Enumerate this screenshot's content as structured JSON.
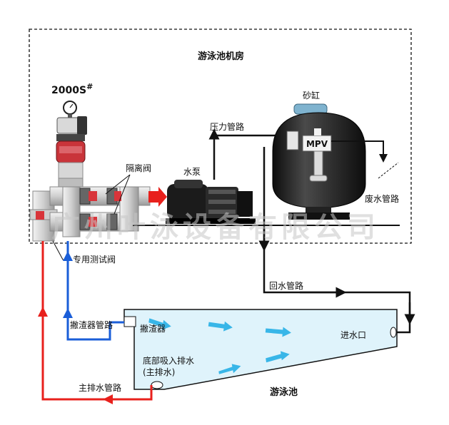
{
  "labels": {
    "machine_room": "游泳池机房",
    "model": "2000S",
    "model_mark": "#",
    "sand_tank": "砂缸",
    "pressure_pipe": "压力管路",
    "mpv": "MPV",
    "isolation_valve": "隔离阀",
    "pump": "水泵",
    "waste_pipe": "废水管路",
    "test_valve": "专用测试阀",
    "return_pipe": "回水管路",
    "inlet": "进水口",
    "skimmer_pipe": "撇渣器管路",
    "skimmer": "撇渣器",
    "bottom_drain_line1": "底部吸入排水",
    "bottom_drain_line2": "(主排水)",
    "main_drain_pipe": "主排水管路",
    "pool": "游泳池",
    "watermark": "广州叶泳设备有限公司"
  },
  "colors": {
    "main_drain_line": "#e8201c",
    "skimmer_line": "#1a5ed8",
    "pool_water": "#dff3fb",
    "water_arrow": "#38b6e8",
    "tank_body": "#1a1a1a",
    "device_red": "#d8343a",
    "pipe_gray": "#c9c9c9"
  },
  "icons": {
    "gauge": "pressure-gauge-icon",
    "flow_arrow": "flow-arrow-icon"
  }
}
